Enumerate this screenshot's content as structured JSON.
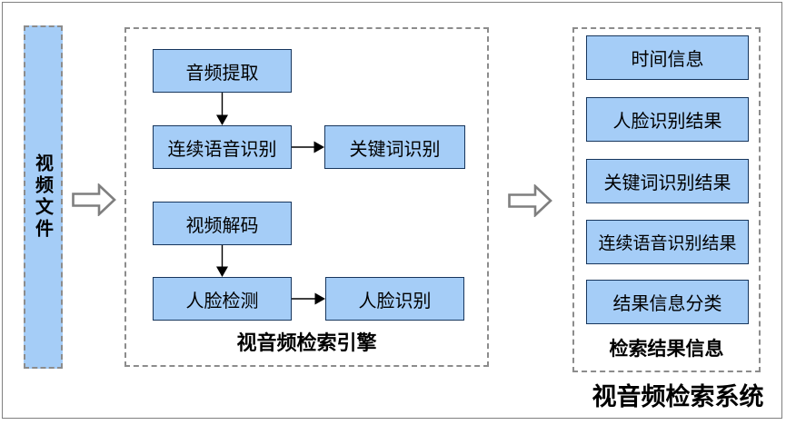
{
  "system": {
    "label": "视音频检索系统"
  },
  "source": {
    "label": "视频文件"
  },
  "engine": {
    "label": "视音频检索引擎",
    "audio_branch": {
      "extract": "音频提取",
      "speech": "连续语音识别",
      "keyword": "关键词识别"
    },
    "video_branch": {
      "decode": "视频解码",
      "face_detect": "人脸检测",
      "face_recognize": "人脸识别"
    }
  },
  "results": {
    "label": "检索结果信息",
    "items": [
      "时间信息",
      "人脸识别结果",
      "关键词识别结果",
      "连续语音识别结果",
      "结果信息分类"
    ]
  },
  "colors": {
    "node_fill": "#A5CDF7",
    "node_border": "#17365D",
    "dash_border": "#8C8C8C",
    "frame_border": "#808080",
    "block_arrow_stroke": "#7F7F7F",
    "connector": "#000000"
  }
}
